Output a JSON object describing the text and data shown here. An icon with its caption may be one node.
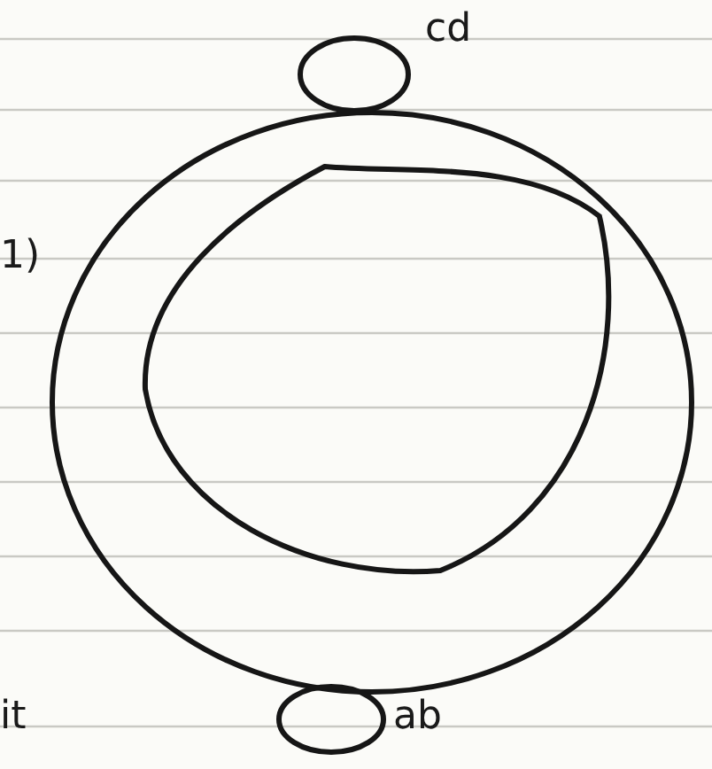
{
  "diagram": {
    "nodes": [
      {
        "text": [],
        "shape": "circle"
      },
      {
        "text": [],
        "shape": "circle",
        "in": 0
      },
      {
        "text": [],
        "shape": "circle",
        "beside": [
          "cd"
        ]
      },
      {
        "text": [],
        "shape": "circle",
        "beside": [
          "ab"
        ]
      }
    ],
    "labels": [
      "1)",
      "it"
    ]
  }
}
